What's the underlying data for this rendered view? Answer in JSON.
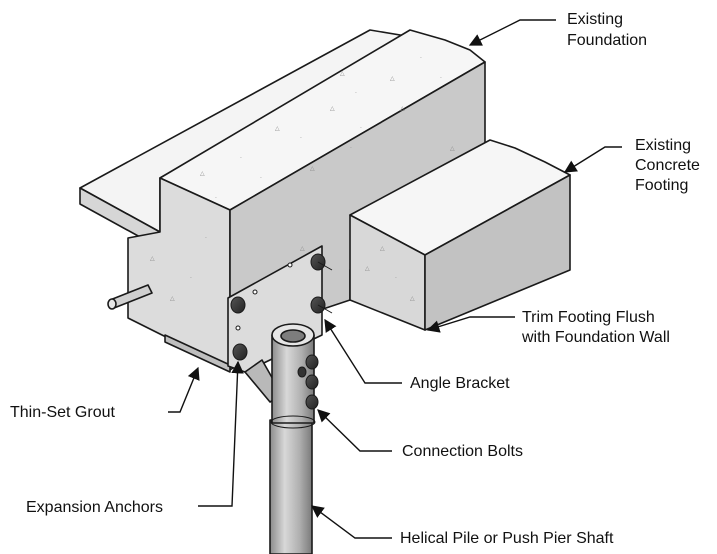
{
  "labels": {
    "existing_foundation": [
      "Existing",
      "Foundation"
    ],
    "existing_footing": [
      "Existing",
      "Concrete",
      "Footing"
    ],
    "trim_footing": [
      "Trim Footing Flush",
      "with Foundation Wall"
    ],
    "angle_bracket": "Angle Bracket",
    "thin_set_grout": "Thin-Set Grout",
    "connection_bolts": "Connection Bolts",
    "expansion_anchors": "Expansion Anchors",
    "pile_shaft": "Helical Pile or Push Pier Shaft"
  },
  "colors": {
    "concrete_top": "#f6f6f6",
    "concrete_front": "#dadada",
    "concrete_side": "#c4c4c4",
    "bracket": "#d9d9d9",
    "pile": "#bdbdbd",
    "line": "#1a1a1a"
  }
}
